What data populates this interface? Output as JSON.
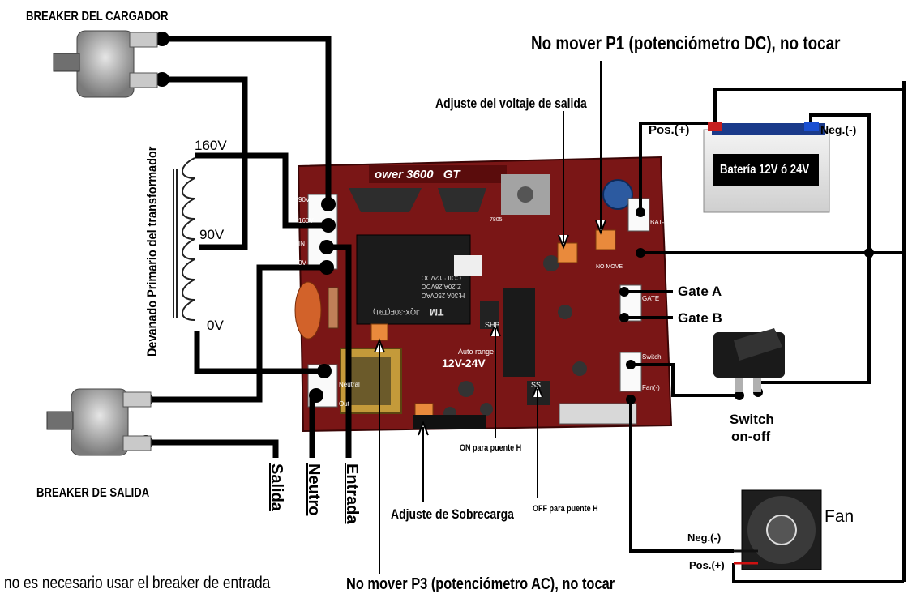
{
  "title_top": "No mover P1 (potenciómetro DC), no tocar",
  "title_bottom": "No mover P3 (potenciómetro AC), no tocar",
  "breaker_charger": "BREAKER DEL CARGADOR",
  "breaker_output": "BREAKER DE SALIDA",
  "transformer_label": "Devanado Primario del transformador",
  "taps": [
    "160V",
    "90V",
    "0V"
  ],
  "voltage_adjust": "Adjuste del voltaje de salida",
  "battery": {
    "pos": "Pos.(+)",
    "neg": "Neg.(-)",
    "label": "Batería 12V ó 24V"
  },
  "gates": [
    "Gate A",
    "Gate B"
  ],
  "switch_label": [
    "Switch",
    "on-off"
  ],
  "fan": {
    "label": "Fan",
    "neg": "Neg.(-)",
    "pos": "Pos.(+)"
  },
  "ac_terminals": [
    "Salida",
    "Neutro",
    "Entrada"
  ],
  "overload_adjust": "Adjuste de Sobrecarga",
  "h_bridge_on": "ON para puente H",
  "h_bridge_off": "OFF para puente H",
  "footnote": "no es necesario usar el breaker de entrada",
  "board": {
    "brand": "ower 3600",
    "brand_suffix": "GT",
    "range_label": "Auto range",
    "range": "12V-24V",
    "relay_brand": "TM",
    "relay_model": "JQX-30F(T91)",
    "relay_spec1": "H:30A 250VAC",
    "relay_spec2": "Z:20A 28VDC",
    "relay_coil": "COIL: 12VDC",
    "conn_left": [
      "90V",
      "160V",
      "IN",
      "0V"
    ],
    "conn_bottom": [
      "Neutral",
      "Out"
    ],
    "conn_right": [
      "BAT-",
      "GATE",
      "Switch",
      "Fan(-)"
    ],
    "chip_shb": "SHB",
    "chip_ss": "SS",
    "no_move": "NO MOVE",
    "dc_ref": "7805"
  }
}
